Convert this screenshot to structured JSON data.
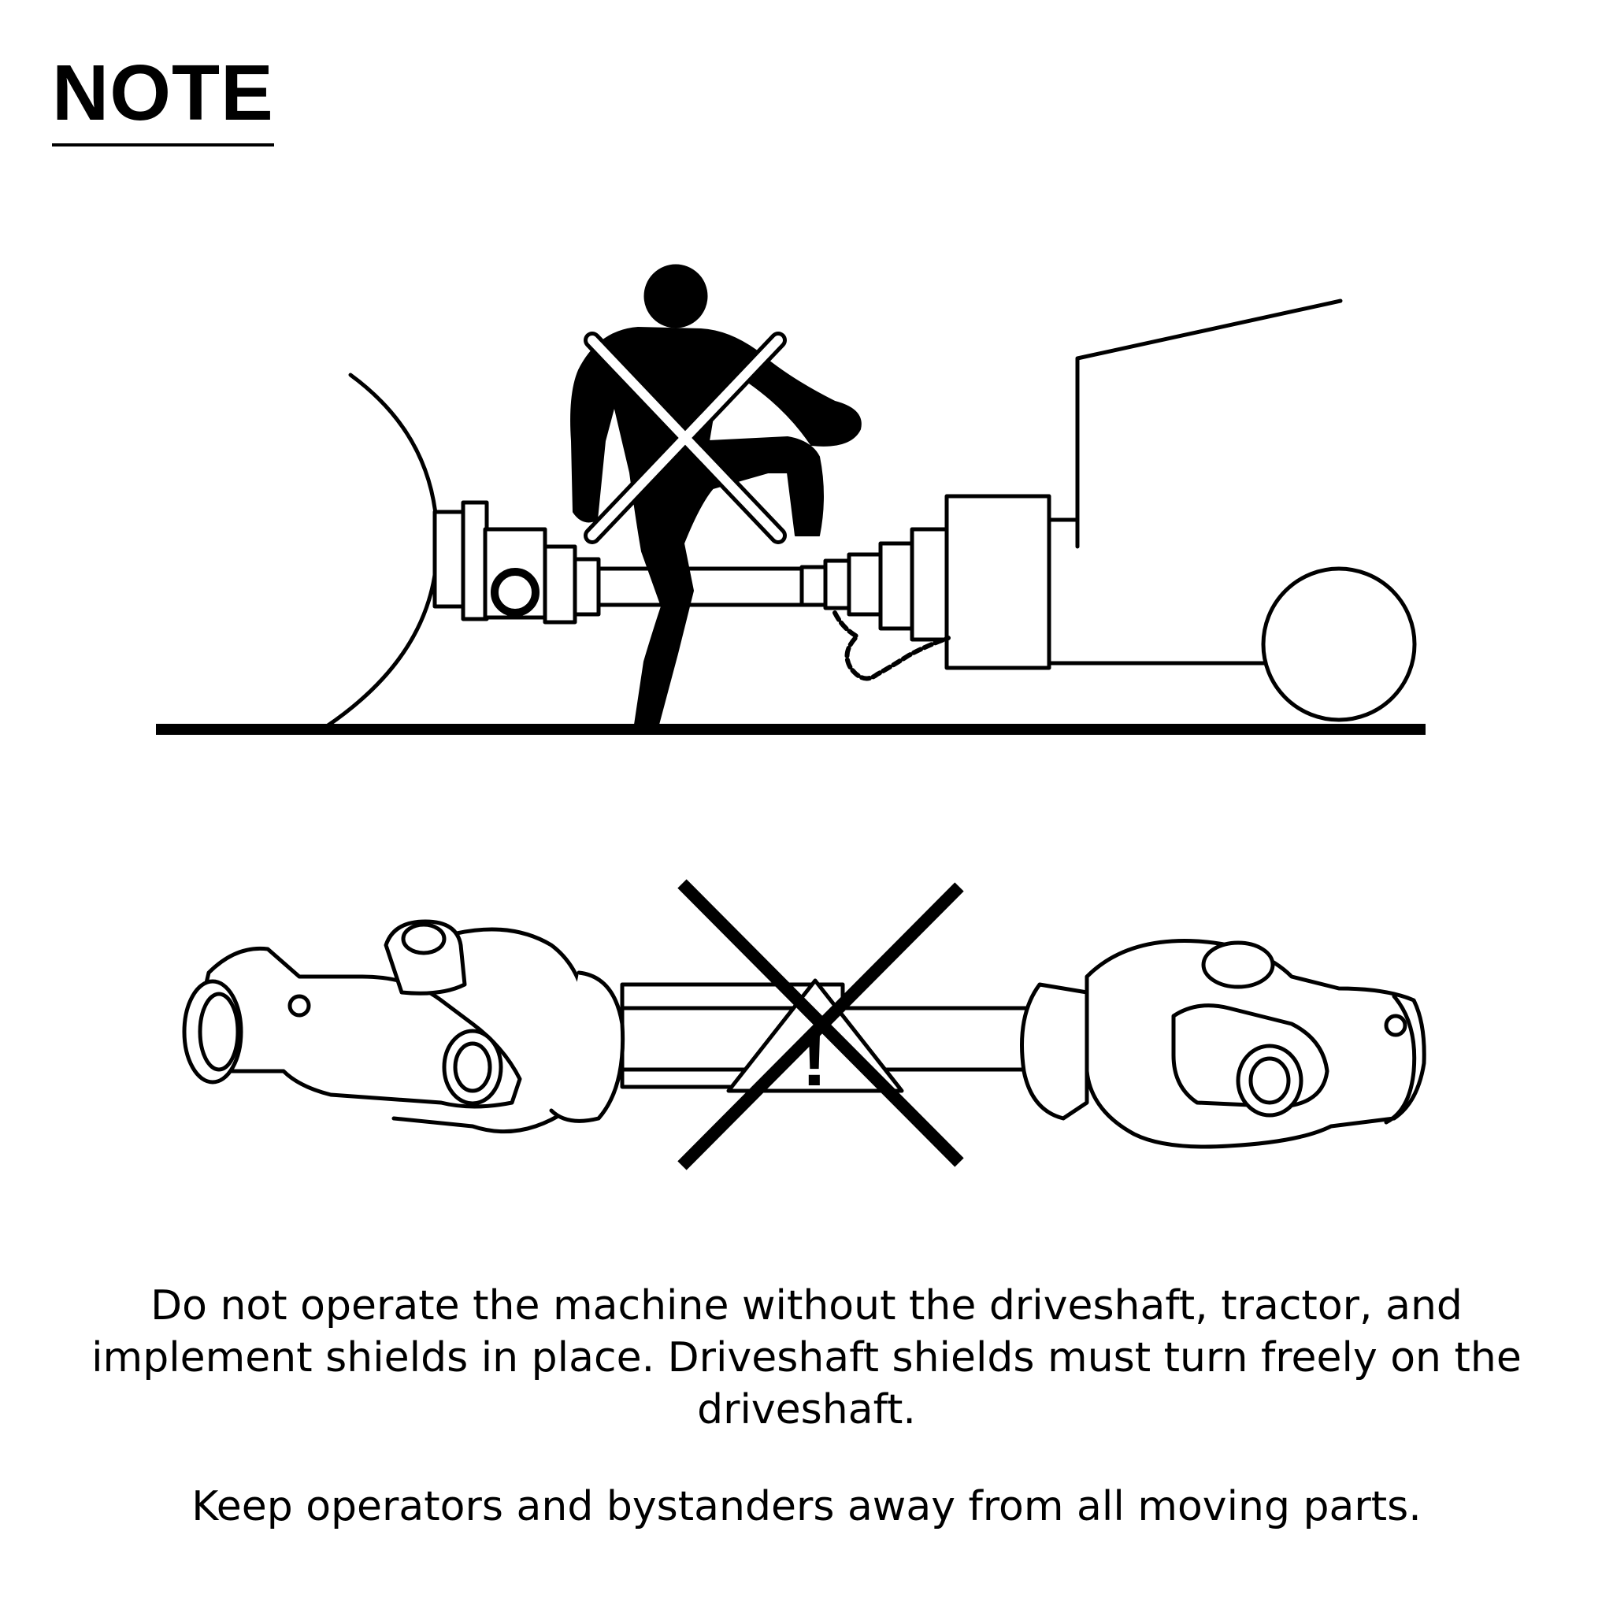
{
  "note": {
    "title": "NOTE"
  },
  "illustrations": {
    "top_figure": "person-stepping-over-driveshaft-prohibited",
    "bottom_figure": "unshielded-driveshaft-prohibited",
    "warning_glyph": "!",
    "stroke_color": "#000000",
    "background_color": "#ffffff"
  },
  "body": {
    "paragraph_1": "Do not operate the machine without the driveshaft, tractor, and implement shields in place. Driveshaft shields must turn freely on the driveshaft.",
    "paragraph_2": "Keep operators and bystanders away from all moving parts."
  }
}
